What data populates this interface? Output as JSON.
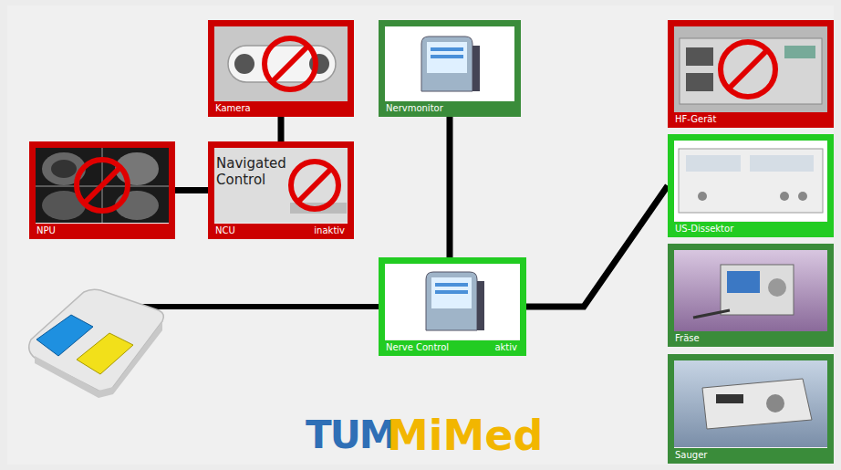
{
  "diagram": {
    "nodes": [
      {
        "text": [
          "Kamera"
        ]
      },
      {
        "text": [
          "Nervmonitor"
        ]
      },
      {
        "text": [
          "HF-Gerät"
        ]
      },
      {
        "text": [
          "NPU"
        ]
      },
      {
        "text": [
          "Navigated Control",
          "NCU",
          "inaktiv"
        ]
      },
      {
        "text": [
          "US-Dissektor"
        ]
      },
      {
        "text": [
          "Nerve Control",
          "aktiv"
        ]
      },
      {
        "text": [
          "Fräse"
        ]
      },
      {
        "text": [
          "Sauger"
        ]
      }
    ],
    "edges": [
      {
        "from": 0,
        "to": 4,
        "arrow": "none"
      },
      {
        "from": 3,
        "to": 4,
        "arrow": "none"
      },
      {
        "from": 1,
        "to": 6,
        "arrow": "none"
      },
      {
        "from": 6,
        "to": 5,
        "arrow": "none"
      }
    ],
    "labels": [
      "TUM",
      "MiMed"
    ]
  }
}
